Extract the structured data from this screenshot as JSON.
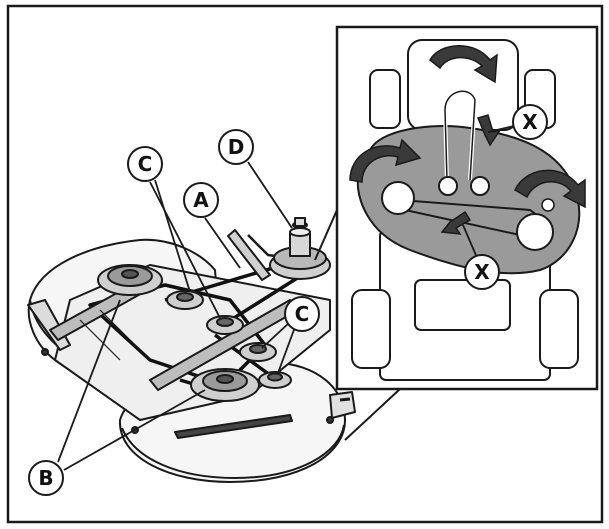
{
  "diagram": {
    "callouts": {
      "a": "A",
      "b": "B",
      "c_upper": "C",
      "c_lower": "C",
      "d": "D",
      "x_upper": "X",
      "x_lower": "X"
    },
    "colors": {
      "outline": "#1a1a1a",
      "deck_fill": "#f4f4f4",
      "shield_fill": "#9a9a9a",
      "pulley_fill": "#cfcfcf",
      "arrow_fill": "#3a3a3a",
      "callout_fill": "#ffffff"
    }
  }
}
